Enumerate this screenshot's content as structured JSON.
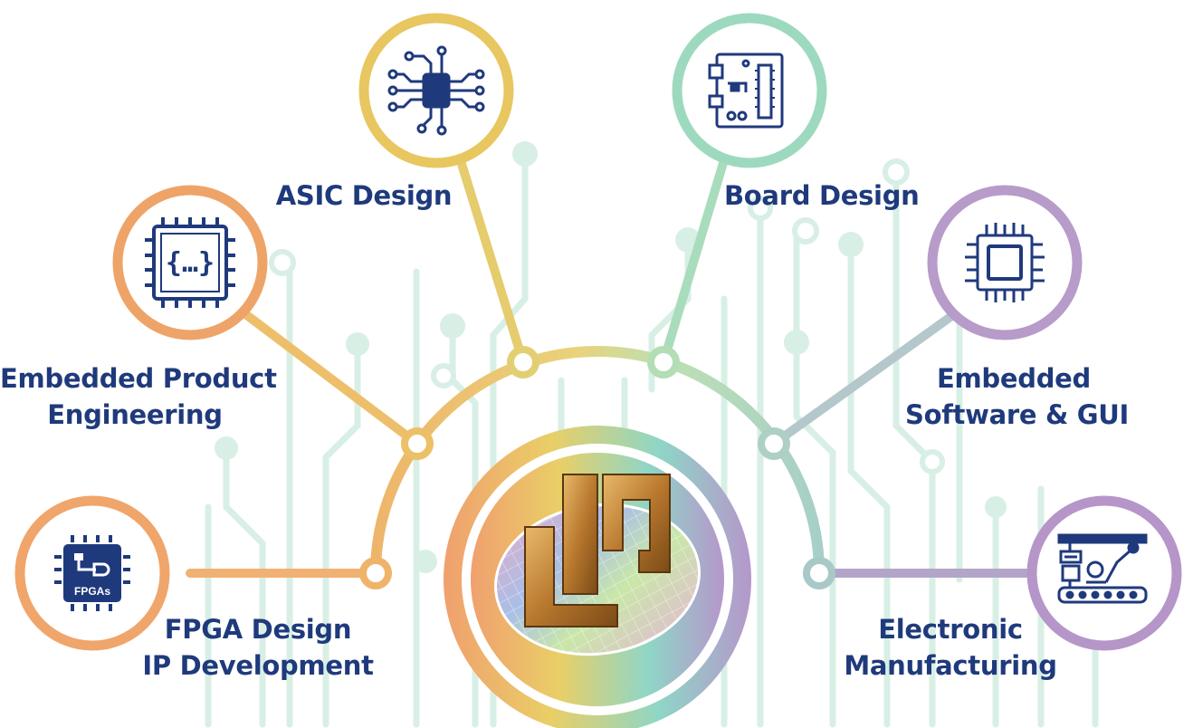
{
  "services": {
    "asic": {
      "label": "ASIC Design",
      "icon": "chip-circuit-icon"
    },
    "board": {
      "label": "Board Design",
      "icon": "circuit-board-icon"
    },
    "embedded_product": {
      "line1": "Embedded Product",
      "line2": "Engineering",
      "icon": "code-chip-icon"
    },
    "embedded_software": {
      "line1": "Embedded",
      "line2": "Software & GUI",
      "icon": "processor-icon"
    },
    "fpga": {
      "line1": "FPGA Design",
      "line2": "IP Development",
      "icon": "fpga-chip-icon",
      "chip_text": "FPGAs"
    },
    "manufacturing": {
      "line1": "Electronic",
      "line2": "Manufacturing",
      "icon": "assembly-line-icon"
    }
  },
  "colors": {
    "navy": "#1f3a7c",
    "orange": "#f0a46a",
    "yellow": "#e8c55e",
    "teal": "#9fd8bc",
    "purple": "#b697c8",
    "trace": "#d6eee4"
  }
}
